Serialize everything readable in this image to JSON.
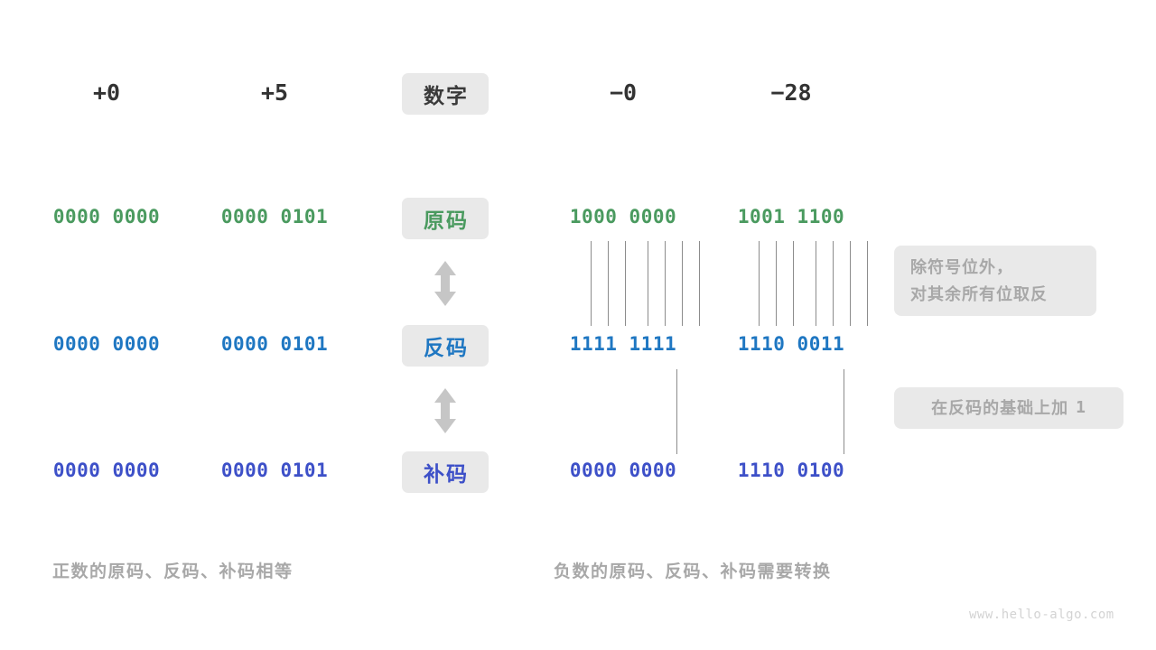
{
  "page": {
    "title": "原码、反码、补码对照图",
    "background": "#ffffff",
    "watermark": "www.hello-algo.com"
  },
  "colors": {
    "green": "#4a9a5f",
    "blue": "#1f77c2",
    "indigo": "#3d50c8",
    "badge_bg": "#e9e9e9",
    "note_text": "#a8a8a8",
    "header_text": "#333333",
    "line": "#8c8c8c",
    "arrow": "#c6c6c6"
  },
  "header": {
    "label": "数字",
    "positive": [
      {
        "name": "col-plus-zero",
        "value": "+0"
      },
      {
        "name": "col-plus-five",
        "value": "+5"
      }
    ],
    "negative": [
      {
        "name": "col-minus-zero",
        "value": "−0"
      },
      {
        "name": "col-minus-twentyeight",
        "value": "−28"
      }
    ]
  },
  "rows": [
    {
      "key": "true-form",
      "badge": "原码",
      "color_class": "c-green",
      "badge_class": "badge-green",
      "cells": {
        "plus_zero": "0000 0000",
        "plus_five": "0000 0101",
        "minus_zero": "1000 0000",
        "minus_twentyeight": "1001 1100"
      }
    },
    {
      "key": "ones-complement",
      "badge": "反码",
      "color_class": "c-blue",
      "badge_class": "badge-blue",
      "cells": {
        "plus_zero": "0000 0000",
        "plus_five": "0000 0101",
        "minus_zero": "1111 1111",
        "minus_twentyeight": "1110 0011"
      }
    },
    {
      "key": "twos-complement",
      "badge": "补码",
      "color_class": "c-indigo",
      "badge_class": "badge-indigo",
      "cells": {
        "plus_zero": "0000 0000",
        "plus_five": "0000 0101",
        "minus_zero": "0000 0000",
        "minus_twentyeight": "1110 0100"
      }
    }
  ],
  "notes": {
    "invert": {
      "line1": "除符号位外，",
      "line2": "对其余所有位取反"
    },
    "add_one": {
      "text": "在反码的基础上加",
      "value": "1"
    }
  },
  "captions": {
    "left": "正数的原码、反码、补码相等",
    "right": "负数的原码、反码、补码需要转换"
  },
  "icons": {
    "arrow_1": "double-arrow-vertical",
    "arrow_2": "double-arrow-vertical"
  }
}
